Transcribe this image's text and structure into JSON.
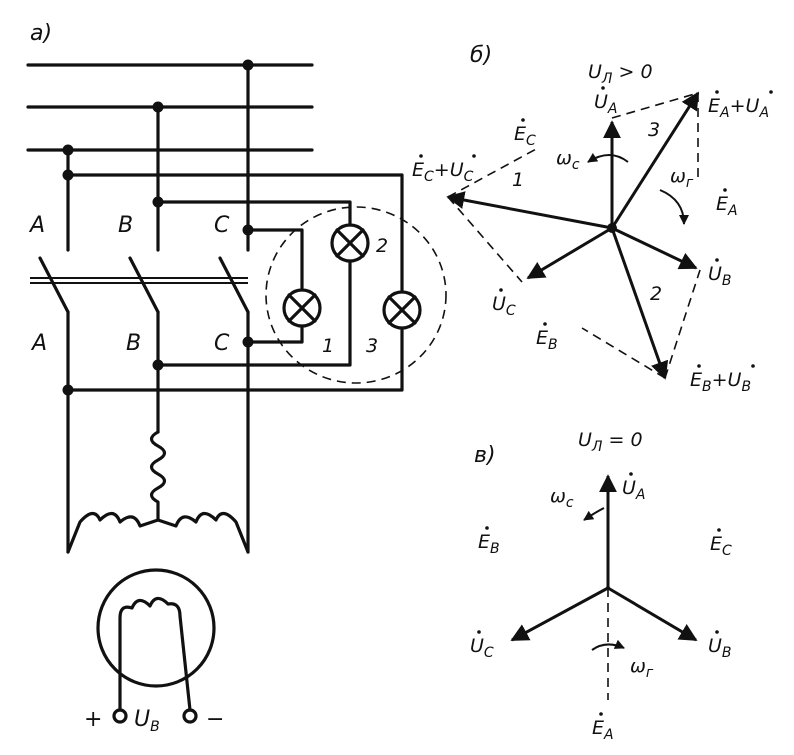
{
  "panels": {
    "a": "а)",
    "b": "б)",
    "c": "в)"
  },
  "circuit": {
    "phase_top": [
      "A",
      "B",
      "C"
    ],
    "phase_bottom": [
      "A",
      "B",
      "C"
    ],
    "lamps": [
      "1",
      "2",
      "3"
    ],
    "plus": "+",
    "minus": "−",
    "excitation": "U",
    "excitation_sub": "В"
  },
  "phasor_b": {
    "ul_main": "U",
    "ul_sub": "Л",
    "ul_rel": " > 0",
    "UA": "U",
    "UA_sub": "A",
    "EA": "E",
    "EA_sub": "A",
    "EA_UA": [
      "E",
      "A",
      "+",
      "U",
      "A"
    ],
    "EC": "E",
    "EC_sub": "C",
    "EC_UC": [
      "E",
      "C",
      "+",
      "U",
      "C"
    ],
    "UB": "U",
    "UB_sub": "B",
    "UC": "U",
    "UC_sub": "C",
    "EB": "E",
    "EB_sub": "B",
    "EB_UB": [
      "E",
      "B",
      "+",
      "U",
      "B"
    ],
    "omega_c": "ω",
    "omega_c_sub": "c",
    "omega_g": "ω",
    "omega_g_sub": "г",
    "n1": "1",
    "n2": "2",
    "n3": "3"
  },
  "phasor_c": {
    "ul_main": "U",
    "ul_sub": "Л",
    "ul_rel": " = 0",
    "UA": "U",
    "UA_sub": "A",
    "EB": "E",
    "EB_sub": "B",
    "EC": "E",
    "EC_sub": "C",
    "UC": "U",
    "UC_sub": "C",
    "UB": "U",
    "UB_sub": "B",
    "EA": "E",
    "EA_sub": "A",
    "omega_c": "ω",
    "omega_c_sub": "c",
    "omega_g": "ω",
    "omega_g_sub": "г"
  }
}
